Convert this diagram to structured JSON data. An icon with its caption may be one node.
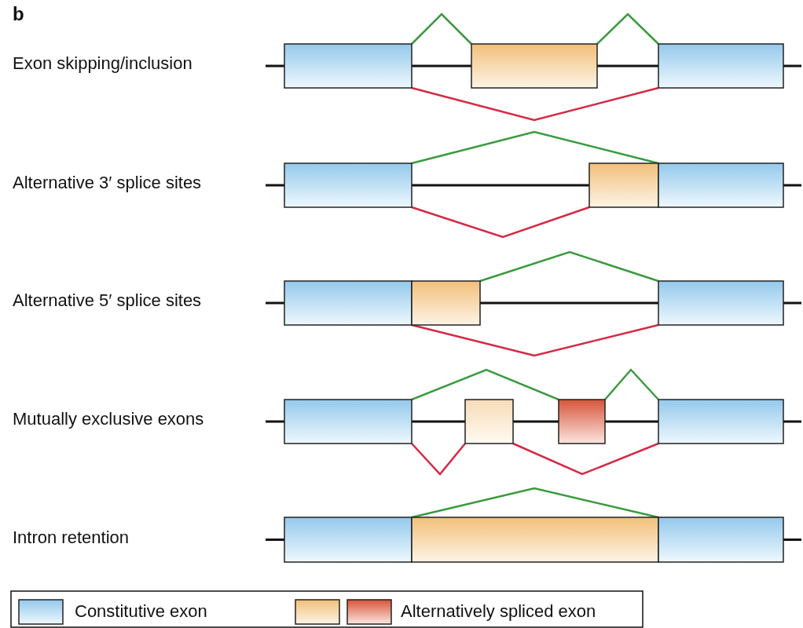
{
  "diagram": {
    "labels": [
      "b",
      "Exon skipping/inclusion",
      "Alternative 3′ splice sites",
      "Alternative 5′ splice sites",
      "Mutually exclusive exons",
      "Intron retention"
    ],
    "legend": [
      {
        "text": "Constitutive exon"
      },
      {
        "text": "Alternatively spliced exon"
      }
    ]
  }
}
